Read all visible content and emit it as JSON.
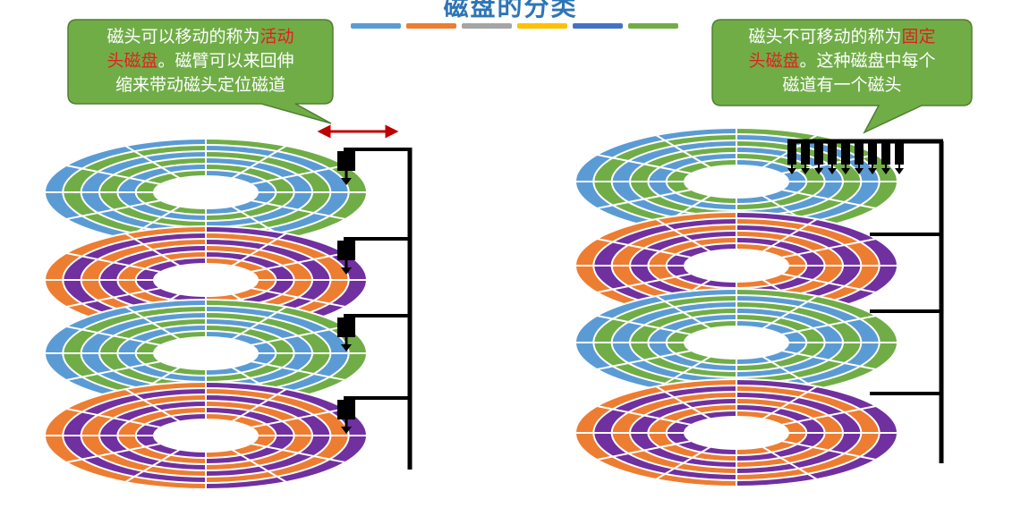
{
  "title": "磁盘的分类",
  "colors": {
    "blue": "#5b9bd5",
    "orange": "#ed7d31",
    "gray": "#a5a5a5",
    "yellow": "#ffc000",
    "navy": "#4472c4",
    "green": "#70ad47",
    "purple": "#7030a0",
    "red_text": "#e02020",
    "arrow": "#c00000"
  },
  "left_callout": {
    "line1_a": "磁头可以移动的称为",
    "line1_b": "活动",
    "line2_a": "头磁盘",
    "line2_b": "。磁臂可以来回伸",
    "line3": "缩来带动磁头定位磁道"
  },
  "right_callout": {
    "line1_a": "磁头不可移动的称为",
    "line1_b": "固定",
    "line2_a": "头磁盘",
    "line2_b": "。这种磁盘中每个",
    "line3": "磁道有一个磁头"
  },
  "left_platters": [
    "blue-green",
    "orange-purple",
    "blue-green",
    "orange-purple"
  ],
  "right_platters": [
    "blue-green",
    "orange-purple",
    "blue-green",
    "orange-purple"
  ]
}
